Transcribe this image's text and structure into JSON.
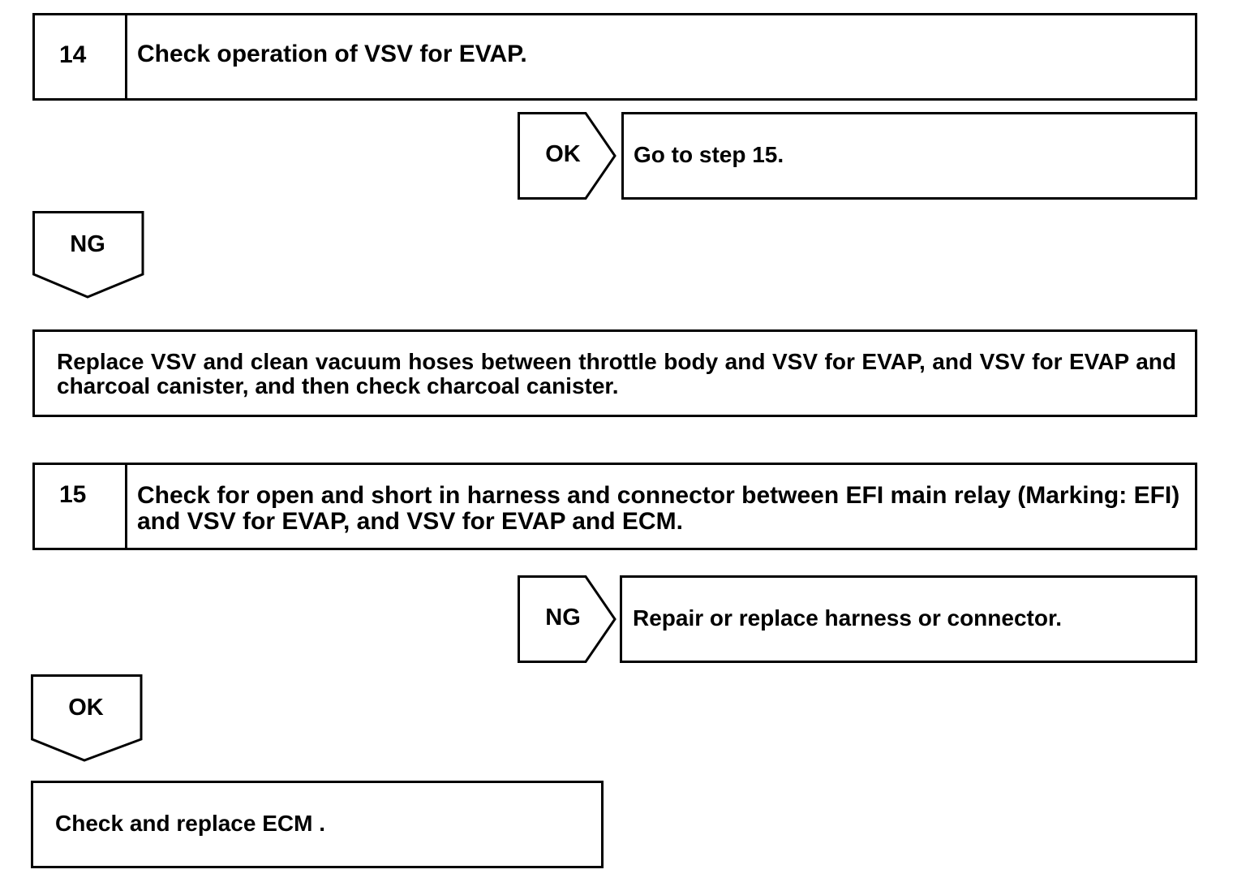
{
  "steps": [
    {
      "number": "14",
      "text": "Check operation of VSV for EVAP.",
      "branch_right": {
        "label": "OK",
        "result": "Go to step 15."
      },
      "branch_down": {
        "label": "NG"
      },
      "down_result": "Replace VSV and clean vacuum hoses between throttle body and VSV for EVAP, and VSV for EVAP and charcoal canister, and then check charcoal canister."
    },
    {
      "number": "15",
      "text": "Check for open and short in harness and connector between EFI main relay (Marking: EFI) and VSV for EVAP, and VSV for EVAP and ECM.",
      "branch_right": {
        "label": "NG",
        "result": "Repair or replace harness or connector."
      },
      "branch_down": {
        "label": "OK"
      },
      "down_result": "Check and replace ECM ."
    }
  ]
}
